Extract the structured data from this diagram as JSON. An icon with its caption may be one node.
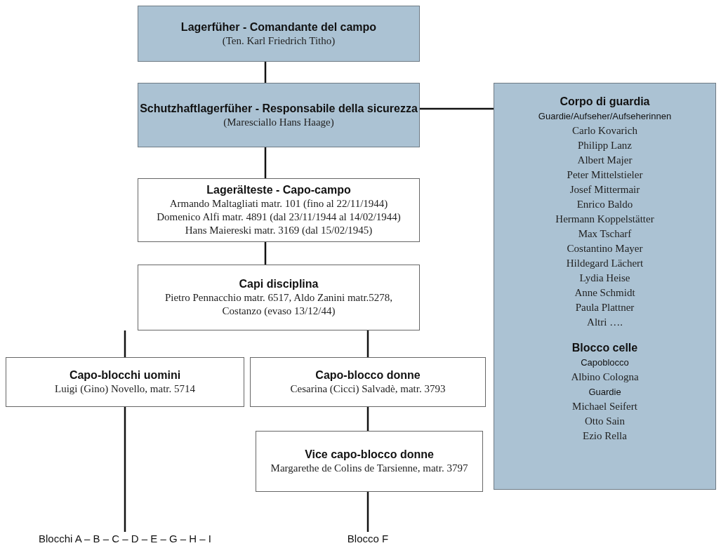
{
  "diagram": {
    "nodes": [
      {
        "text": [
          "Lagerfüher - Comandante del campo",
          "(Ten. Karl Friedrich Titho)"
        ]
      },
      {
        "text": [
          "Schutzhaftlagerfüher - Responsabile della sicurezza",
          "(Maresciallo Hans Haage)"
        ]
      },
      {
        "text": [
          "Lagerälteste - Capo-campo",
          "Armando Maltagliati matr. 101 (fino al 22/11/1944)",
          "Domenico Alfi matr. 4891 (dal 23/11/1944 al 14/02/1944)",
          "Hans Maiereski matr. 3169 (dal 15/02/1945)"
        ]
      },
      {
        "text": [
          "Capi disciplina",
          "Pietro Pennacchio matr. 6517, Aldo Zanini matr.5278, Costanzo (evaso 13/12/44)"
        ]
      },
      {
        "text": [
          "Capo-blocchi uomini",
          "Luigi (Gino) Novello, matr. 5714"
        ]
      },
      {
        "text": [
          "Capo-blocco donne",
          "Cesarina (Cicci) Salvadè, matr. 3793"
        ]
      },
      {
        "text": [
          "Vice capo-blocco donne",
          "Margarethe de Colins de Tarsienne, matr. 3797"
        ]
      },
      {
        "text": [
          "Corpo di guardia",
          "Guardie/Aufseher/Aufseherinnen",
          "Carlo Kovarich",
          "Philipp Lanz",
          "Albert Majer",
          "Peter Mittelstieler",
          "Josef Mittermair",
          "Enrico Baldo",
          "Hermann Koppelstätter",
          "Max Tscharf",
          "Costantino Mayer",
          "Hildegard Lächert",
          "Lydia Heise",
          "Anne Schmidt",
          "Paula Plattner",
          "Altri ….",
          "Blocco celle",
          "Capoblocco",
          "Albino Cologna",
          "Guardie",
          "Michael Seifert",
          "Otto Sain",
          "Ezio Rella"
        ]
      },
      {
        "text": [
          "Blocchi A – B – C – D – E – G – H – I"
        ]
      },
      {
        "text": [
          "Blocco F"
        ]
      }
    ],
    "edges": [
      {
        "from": 0,
        "to": 1,
        "arrow": "none"
      },
      {
        "from": 1,
        "to": 2,
        "arrow": "none"
      },
      {
        "from": 1,
        "to": 7,
        "arrow": "none"
      },
      {
        "from": 2,
        "to": 3,
        "arrow": "none"
      },
      {
        "from": 3,
        "to": 4,
        "arrow": "none"
      },
      {
        "from": 3,
        "to": 5,
        "arrow": "none"
      },
      {
        "from": 5,
        "to": 6,
        "arrow": "none"
      },
      {
        "from": 4,
        "to": 8,
        "arrow": "none"
      },
      {
        "from": 6,
        "to": 9,
        "arrow": "none"
      }
    ]
  }
}
